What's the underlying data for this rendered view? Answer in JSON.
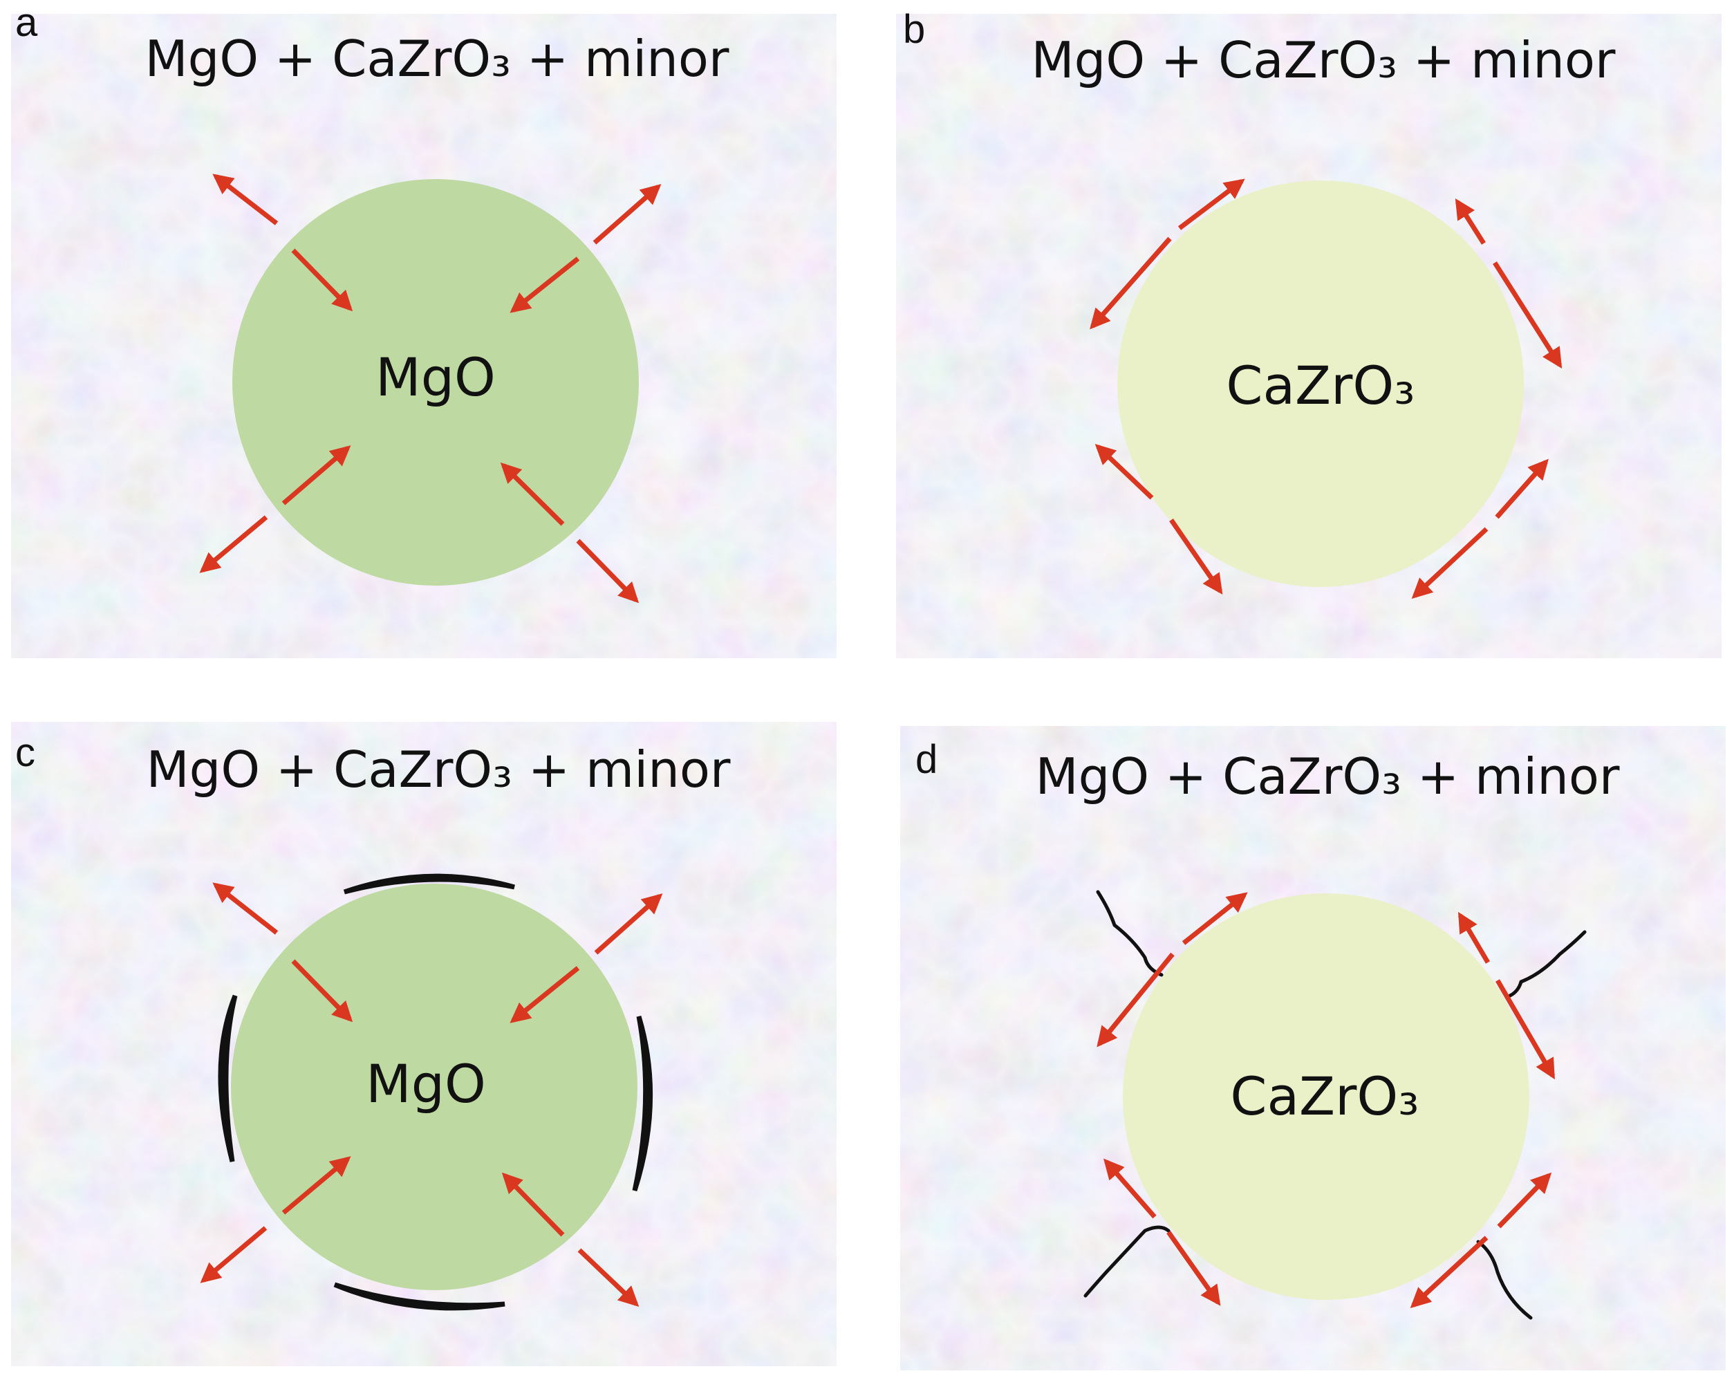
{
  "panels": [
    {
      "letter": "a",
      "title": "MgO + CaZrO₃ + minor",
      "particle": "MgO",
      "particle_color": "#bfd9a2",
      "arrows_direction": "inward",
      "defects": "none"
    },
    {
      "letter": "b",
      "title": "MgO + CaZrO₃ + minor",
      "particle": "CaZrO₃",
      "particle_color": "#eaf1c9",
      "arrows_direction": "tangential",
      "defects": "none"
    },
    {
      "letter": "c",
      "title": "MgO + CaZrO₃ + minor",
      "particle": "MgO",
      "particle_color": "#bfd9a2",
      "arrows_direction": "inward",
      "defects": "interface gaps"
    },
    {
      "letter": "d",
      "title": "MgO + CaZrO₃ + minor",
      "particle": "CaZrO₃",
      "particle_color": "#eaf1c9",
      "arrows_direction": "tangential",
      "defects": "radial cracks"
    }
  ],
  "colors": {
    "arrow": "#d9371f",
    "crack": "#111111",
    "matrix_base": "#f4f1f6"
  }
}
